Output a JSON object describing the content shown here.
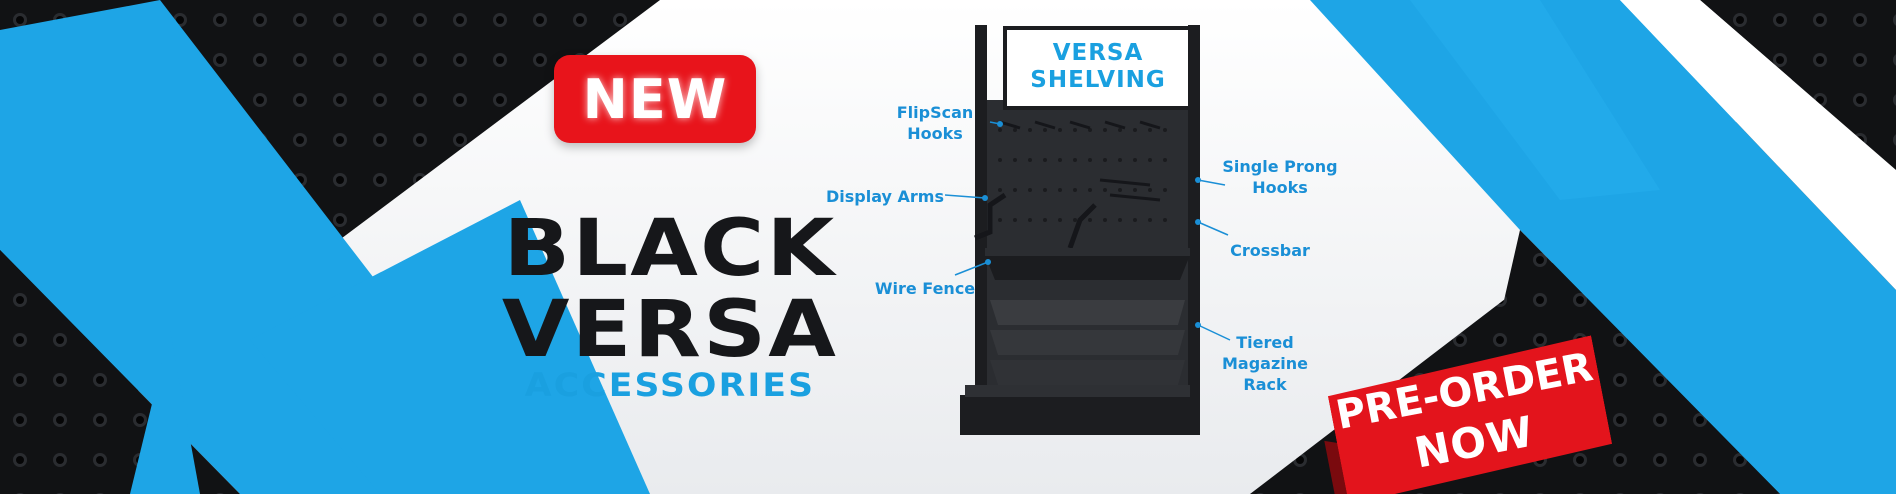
{
  "badge": {
    "label": "NEW"
  },
  "headline": {
    "line1": "BLACK",
    "line2": "VERSA",
    "sub": "ACCESSORIES"
  },
  "sign": {
    "line1": "VERSA",
    "line2": "SHELVING"
  },
  "callouts": {
    "flipscan": [
      "FlipScan",
      "Hooks"
    ],
    "display_arms": [
      "Display Arms"
    ],
    "wire_fence": [
      "Wire Fence"
    ],
    "single_prong": [
      "Single Prong",
      "Hooks"
    ],
    "crossbar": [
      "Crossbar"
    ],
    "tiered": [
      "Tiered",
      "Magazine",
      "Rack"
    ]
  },
  "preorder": {
    "line1": "PRE-ORDER",
    "line2": "NOW"
  },
  "colors": {
    "accent_blue": "#1aa0e0",
    "callout_blue": "#1a8fd6",
    "badge_red": "#e8141b",
    "panel_black": "#16171a"
  }
}
